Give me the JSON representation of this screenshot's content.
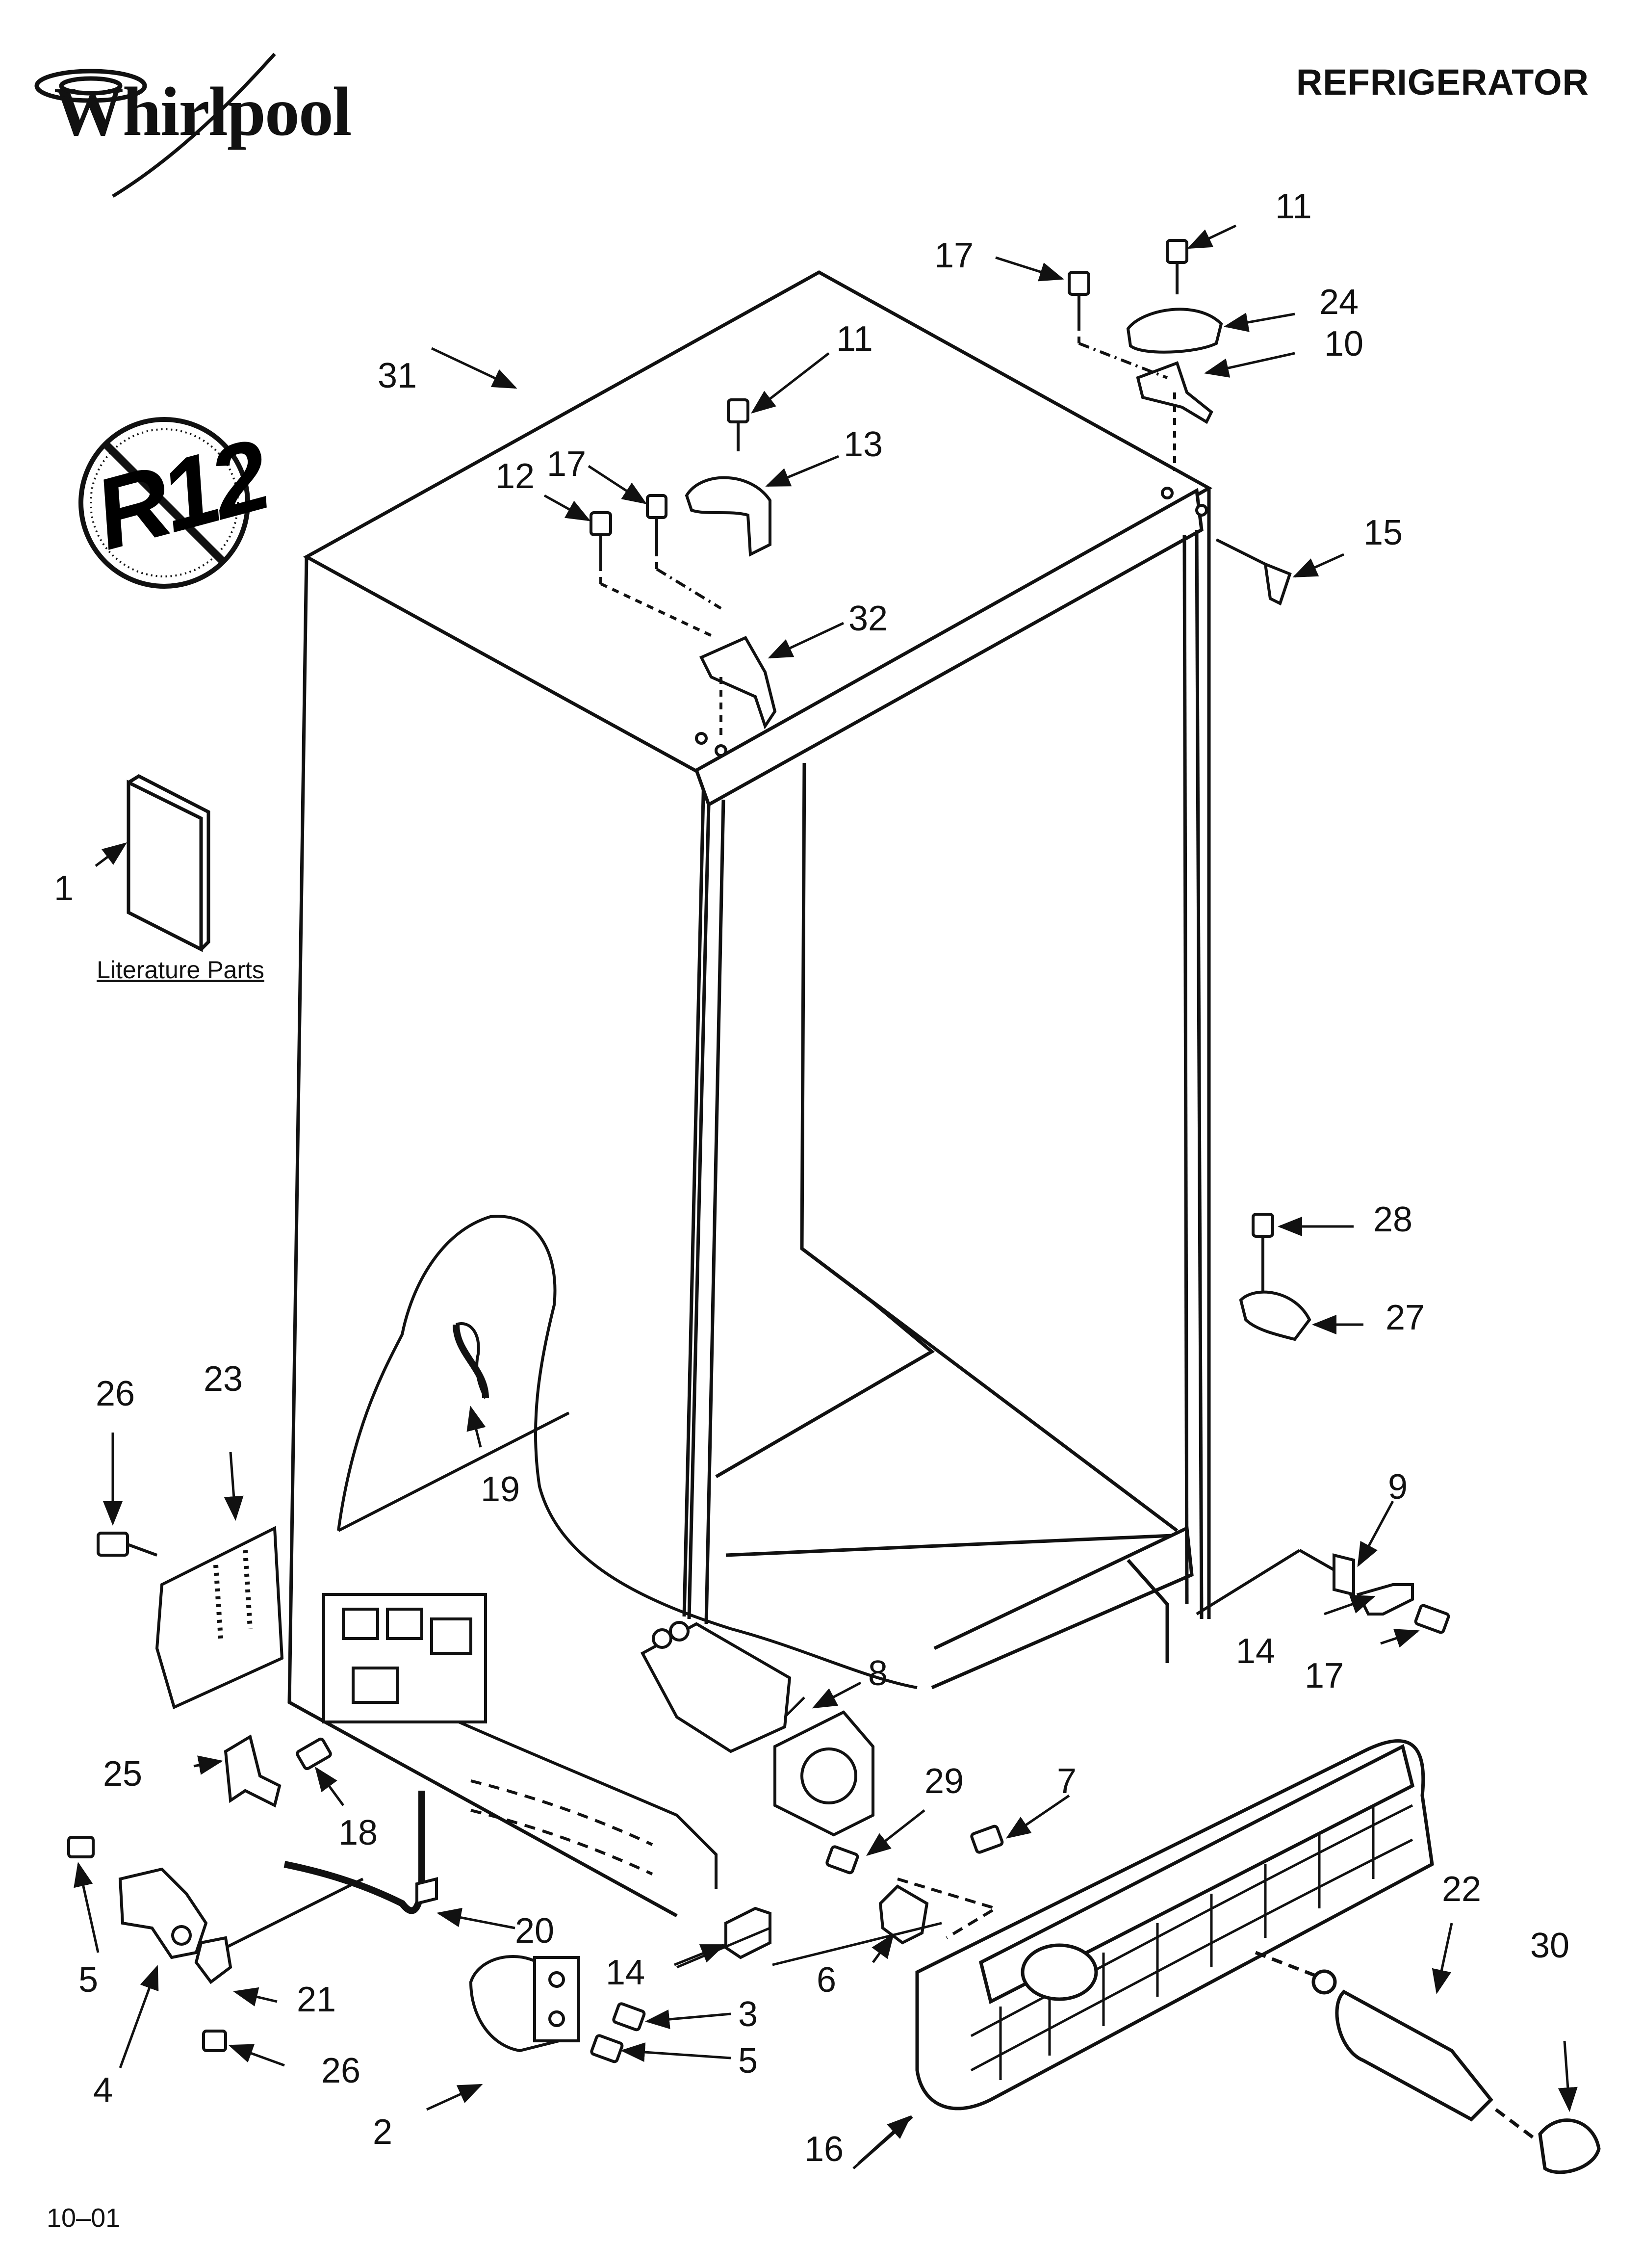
{
  "page": {
    "heading": "REFRIGERATOR",
    "brand": "Whirlpool",
    "literature_label": "Literature Parts",
    "date_code": "10–01",
    "seal_text": "R12"
  },
  "colors": {
    "ink": "#111111",
    "paper": "#ffffff",
    "shade": "#d9d9d9"
  },
  "callouts": [
    {
      "id": "c1",
      "label": "1"
    },
    {
      "id": "c2",
      "label": "2"
    },
    {
      "id": "c3",
      "label": "3"
    },
    {
      "id": "c4",
      "label": "4"
    },
    {
      "id": "c5a",
      "label": "5"
    },
    {
      "id": "c5b",
      "label": "5"
    },
    {
      "id": "c6",
      "label": "6"
    },
    {
      "id": "c7",
      "label": "7"
    },
    {
      "id": "c8",
      "label": "8"
    },
    {
      "id": "c9",
      "label": "9"
    },
    {
      "id": "c10",
      "label": "10"
    },
    {
      "id": "c11a",
      "label": "11"
    },
    {
      "id": "c11b",
      "label": "11"
    },
    {
      "id": "c12",
      "label": "12"
    },
    {
      "id": "c13",
      "label": "13"
    },
    {
      "id": "c14a",
      "label": "14"
    },
    {
      "id": "c14b",
      "label": "14"
    },
    {
      "id": "c15",
      "label": "15"
    },
    {
      "id": "c16",
      "label": "16"
    },
    {
      "id": "c17a",
      "label": "17"
    },
    {
      "id": "c17b",
      "label": "17"
    },
    {
      "id": "c17c",
      "label": "17"
    },
    {
      "id": "c18",
      "label": "18"
    },
    {
      "id": "c19",
      "label": "19"
    },
    {
      "id": "c20",
      "label": "20"
    },
    {
      "id": "c21",
      "label": "21"
    },
    {
      "id": "c22",
      "label": "22"
    },
    {
      "id": "c23",
      "label": "23"
    },
    {
      "id": "c24",
      "label": "24"
    },
    {
      "id": "c25",
      "label": "25"
    },
    {
      "id": "c26a",
      "label": "26"
    },
    {
      "id": "c26b",
      "label": "26"
    },
    {
      "id": "c27",
      "label": "27"
    },
    {
      "id": "c28",
      "label": "28"
    },
    {
      "id": "c29",
      "label": "29"
    },
    {
      "id": "c30",
      "label": "30"
    },
    {
      "id": "c31",
      "label": "31"
    },
    {
      "id": "c32",
      "label": "32"
    }
  ]
}
